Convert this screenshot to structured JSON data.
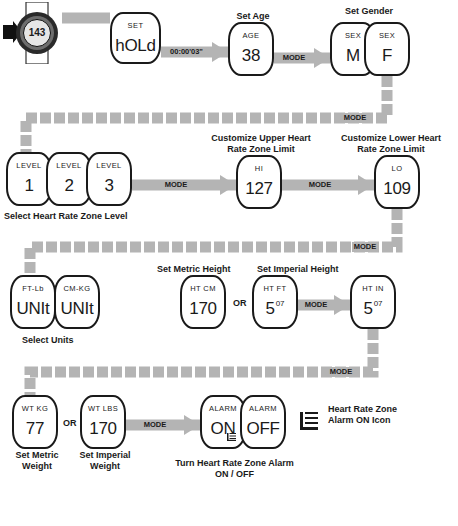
{
  "diagram": {
    "nodes": [
      {
        "text": [
          "143"
        ]
      },
      {
        "text": [
          "SET",
          "hOLd"
        ]
      },
      {
        "text": [
          "Set Age",
          "AGE",
          "38"
        ]
      },
      {
        "text": [
          "SEX",
          "M"
        ]
      },
      {
        "text": [
          "SEX",
          "F"
        ]
      },
      {
        "text": [
          "LEVEL",
          "1"
        ]
      },
      {
        "text": [
          "LEVEL",
          "2"
        ]
      },
      {
        "text": [
          "LEVEL",
          "3"
        ]
      },
      {
        "text": [
          "Customize Upper Heart Rate Zone Limit",
          "HI",
          "127"
        ]
      },
      {
        "text": [
          "Customize Lower Heart Rate Zone Limit",
          "LO",
          "109"
        ]
      },
      {
        "text": [
          "FT-Lb",
          "UNIt"
        ]
      },
      {
        "text": [
          "CM-KG",
          "UNIt"
        ]
      },
      {
        "text": [
          "Set Metric Height",
          "HT CM",
          "170"
        ]
      },
      {
        "text": [
          "Set Imperial Height",
          "HT FT",
          "5",
          "07"
        ]
      },
      {
        "text": [
          "HT IN",
          "5",
          "07"
        ]
      },
      {
        "text": [
          "WT KG",
          "77",
          "Set Metric Weight"
        ]
      },
      {
        "text": [
          "WT LBS",
          "170",
          "Set Imperial Weight"
        ]
      },
      {
        "text": [
          "ALARM",
          "ON"
        ]
      },
      {
        "text": [
          "ALARM",
          "OFF"
        ]
      }
    ],
    "edges": [
      {
        "from": 0,
        "to": 1,
        "arrow": "none"
      },
      {
        "from": 1,
        "to": 2,
        "label": "00:00'03\"",
        "arrow": "to"
      },
      {
        "from": 2,
        "to": 3,
        "label": "MODE",
        "arrow": "to"
      },
      {
        "from": 4,
        "to": 5,
        "label": "MODE",
        "arrow": "none"
      },
      {
        "from": 7,
        "to": 8,
        "label": "MODE",
        "arrow": "to"
      },
      {
        "from": 8,
        "to": 9,
        "label": "MODE",
        "arrow": "to"
      },
      {
        "from": 9,
        "to": 10,
        "label": "MODE",
        "arrow": "none"
      },
      {
        "from": 13,
        "to": 14,
        "label": "MODE",
        "arrow": "to"
      },
      {
        "from": 14,
        "to": 15,
        "label": "MODE",
        "arrow": "none"
      },
      {
        "from": 16,
        "to": 17,
        "label": "MODE",
        "arrow": "to"
      }
    ],
    "labels": [
      "Set Gender",
      "Select Heart Rate Zone Level",
      "Select Units",
      "OR",
      "OR",
      "Turn Heart Rate Zone Alarm ON / OFF"
    ],
    "legend": [
      {
        "text": "Heart Rate Zone Alarm ON Icon"
      }
    ]
  }
}
